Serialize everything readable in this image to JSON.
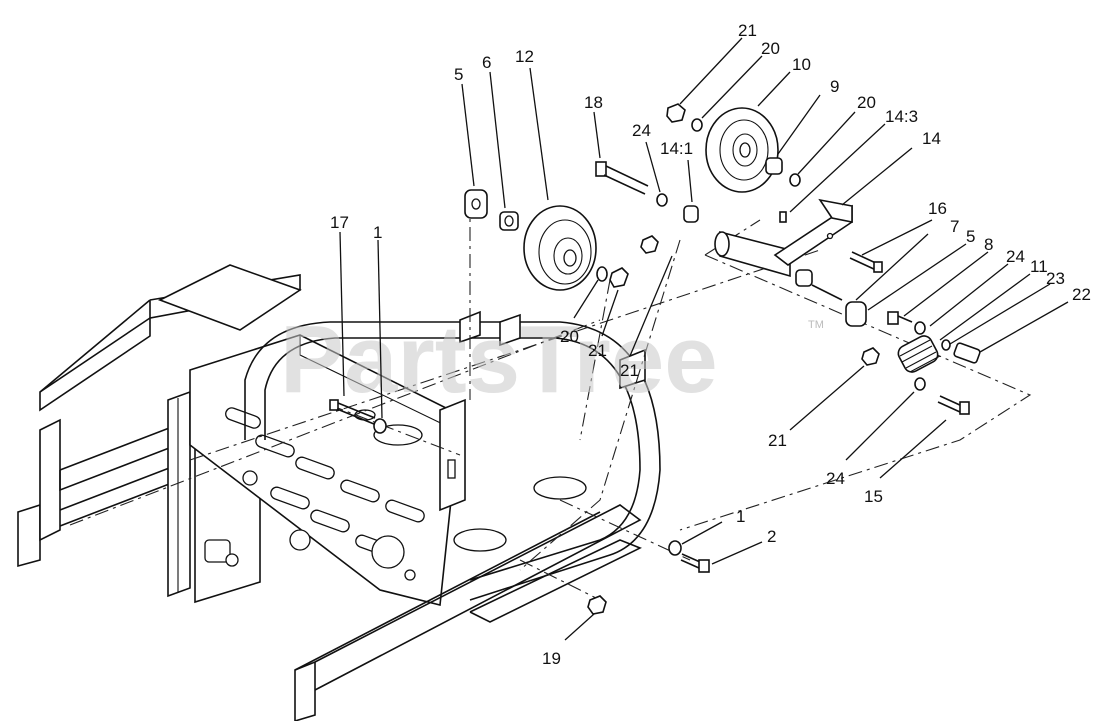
{
  "watermark": {
    "text": "PartsTree",
    "trademark": "TM"
  },
  "callouts": [
    {
      "id": "c-21-top",
      "label": "21"
    },
    {
      "id": "c-20-top",
      "label": "20"
    },
    {
      "id": "c-10",
      "label": "10"
    },
    {
      "id": "c-9",
      "label": "9"
    },
    {
      "id": "c-20-b",
      "label": "20"
    },
    {
      "id": "c-14-3",
      "label": "14:3"
    },
    {
      "id": "c-14",
      "label": "14"
    },
    {
      "id": "c-18",
      "label": "18"
    },
    {
      "id": "c-24-top",
      "label": "24"
    },
    {
      "id": "c-14-1",
      "label": "14:1"
    },
    {
      "id": "c-5-top",
      "label": "5"
    },
    {
      "id": "c-6",
      "label": "6"
    },
    {
      "id": "c-12",
      "label": "12"
    },
    {
      "id": "c-16",
      "label": "16"
    },
    {
      "id": "c-7",
      "label": "7"
    },
    {
      "id": "c-5-b",
      "label": "5"
    },
    {
      "id": "c-8",
      "label": "8"
    },
    {
      "id": "c-24-b",
      "label": "24"
    },
    {
      "id": "c-11",
      "label": "11"
    },
    {
      "id": "c-23",
      "label": "23"
    },
    {
      "id": "c-22",
      "label": "22"
    },
    {
      "id": "c-17",
      "label": "17"
    },
    {
      "id": "c-1-top",
      "label": "1"
    },
    {
      "id": "c-20-pulley",
      "label": "20"
    },
    {
      "id": "c-21-pulley",
      "label": "21"
    },
    {
      "id": "c-21-mid",
      "label": "21"
    },
    {
      "id": "c-21-lower",
      "label": "21"
    },
    {
      "id": "c-24-lower",
      "label": "24"
    },
    {
      "id": "c-15",
      "label": "15"
    },
    {
      "id": "c-1-lower",
      "label": "1"
    },
    {
      "id": "c-2",
      "label": "2"
    },
    {
      "id": "c-19",
      "label": "19"
    }
  ]
}
